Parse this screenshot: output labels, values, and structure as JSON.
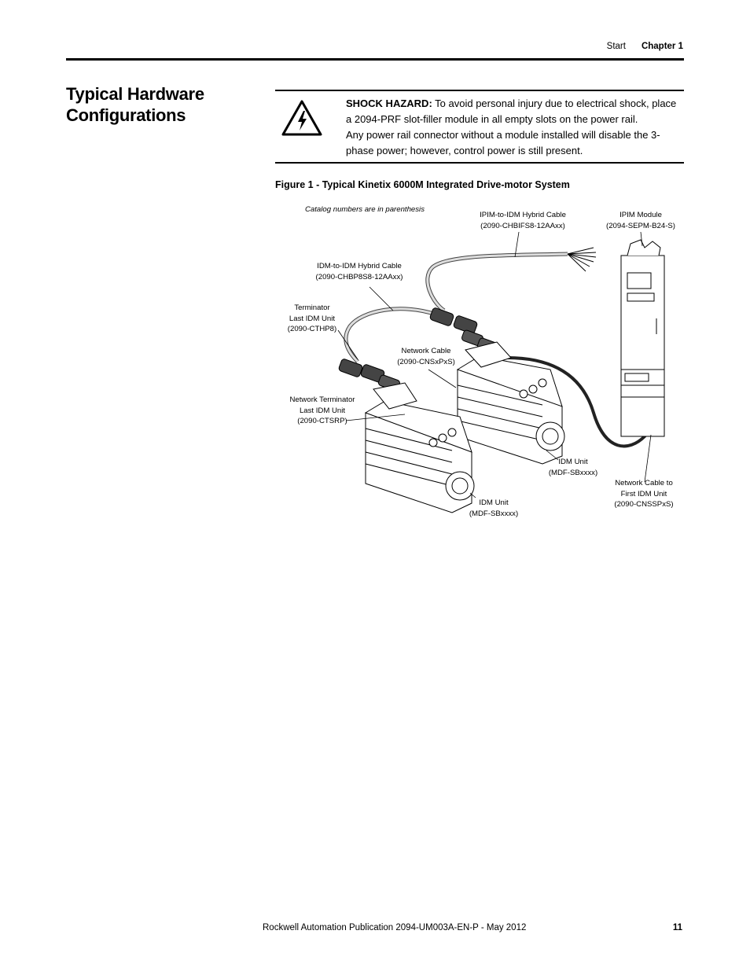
{
  "header": {
    "section": "Start",
    "chapter": "Chapter 1"
  },
  "section_title": "Typical Hardware Configurations",
  "hazard": {
    "icon": "electrical-shock-warning-icon",
    "label": "SHOCK HAZARD:",
    "text1": "To avoid personal injury due to electrical shock, place a 2094-PRF slot-filler module in all empty slots on the power rail.",
    "text2": "Any power rail connector without a module installed will disable the 3-phase power; however, control power is still present."
  },
  "figure": {
    "caption": "Figure 1 - Typical Kinetix 6000M Integrated Drive-motor System",
    "note": "Catalog numbers are in parenthesis",
    "labels": {
      "ipim_cable": {
        "name": "IPIM-to-IDM Hybrid Cable",
        "catalog": "(2090-CHBIFS8-12AAxx)"
      },
      "ipim_module": {
        "name": "IPIM Module",
        "catalog": "(2094-SEPM-B24-S)"
      },
      "idm_cable": {
        "name": "IDM-to-IDM Hybrid Cable",
        "catalog": "(2090-CHBP8S8-12AAxx)"
      },
      "terminator": {
        "name1": "Terminator",
        "name2": "Last IDM Unit",
        "catalog": "(2090-CTHP8)"
      },
      "network_cable": {
        "name": "Network Cable",
        "catalog": "(2090-CNSxPxS)"
      },
      "network_terminator": {
        "name1": "Network Terminator",
        "name2": "Last IDM Unit",
        "catalog": "(2090-CTSRP)"
      },
      "idm_unit_right": {
        "name": "IDM Unit",
        "catalog": "(MDF-SBxxxx)"
      },
      "idm_unit_left": {
        "name": "IDM Unit",
        "catalog": "(MDF-SBxxxx)"
      },
      "network_cable_first": {
        "name1": "Network Cable to",
        "name2": "First IDM Unit",
        "catalog": "(2090-CNSSPxS)"
      }
    }
  },
  "footer": {
    "publication": "Rockwell Automation Publication 2094-UM003A-EN-P - May 2012",
    "page": "11"
  }
}
